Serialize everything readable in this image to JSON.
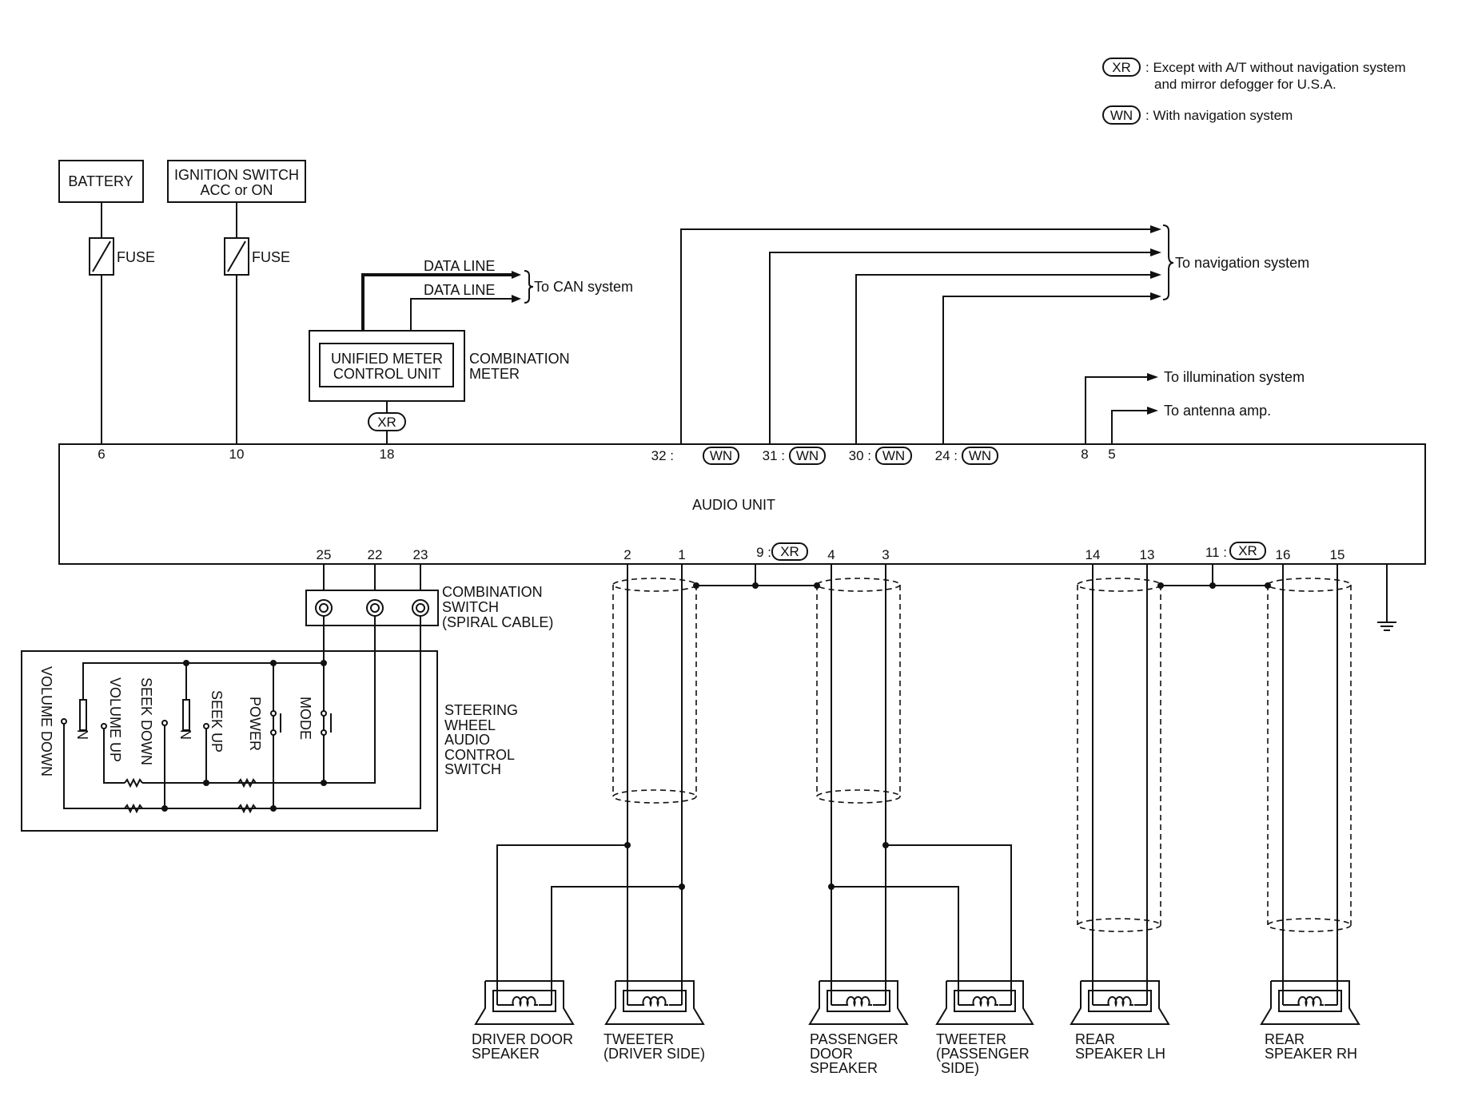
{
  "legend": [
    {
      "code": "XR",
      "text_line1": ": Except with A/T without navigation system",
      "text_line2": "and mirror defogger for U.S.A."
    },
    {
      "code": "WN",
      "text_line1": ": With navigation system",
      "text_line2": ""
    }
  ],
  "power": {
    "battery": "BATTERY",
    "ignition_line1": "IGNITION SWITCH",
    "ignition_line2": "ACC or ON",
    "fuse": "FUSE"
  },
  "can": {
    "data_line": "DATA LINE",
    "target": "To CAN system",
    "meter_unit_line1": "UNIFIED METER",
    "meter_unit_line2": "CONTROL UNIT",
    "meter_line1": "COMBINATION",
    "meter_line2": "METER",
    "meter_code": "XR"
  },
  "audio_unit": {
    "label": "AUDIO UNIT",
    "top_pins": {
      "p6": "6",
      "p10": "10",
      "p18": "18",
      "p32": "32 :",
      "p31": "31 :",
      "p30": "30 :",
      "p24": "24 :",
      "p8": "8",
      "p5": "5",
      "wn": "WN"
    },
    "bottom_pins": {
      "p25": "25",
      "p22": "22",
      "p23": "23",
      "p2": "2",
      "p1": "1",
      "p9": "9 :",
      "p4": "4",
      "p3": "3",
      "p14": "14",
      "p13": "13",
      "p11": "11 :",
      "p16": "16",
      "p15": "15",
      "xr": "XR"
    }
  },
  "targets": {
    "navigation": "To navigation system",
    "illumination": "To illumination system",
    "antenna": "To antenna amp."
  },
  "combination_switch": {
    "line1": "COMBINATION",
    "line2": "SWITCH",
    "line3": "(SPIRAL CABLE)"
  },
  "steering_switch": {
    "line1": "STEERING",
    "line2": "WHEEL",
    "line3": "AUDIO",
    "line4": "CONTROL",
    "line5": "SWITCH",
    "volume_down": "VOLUME DOWN",
    "volume_up": "VOLUME UP",
    "seek_down": "SEEK DOWN",
    "seek_up": "SEEK UP",
    "power": "POWER",
    "mode": "MODE",
    "neutral": "N"
  },
  "speakers": {
    "driver_door_1": "DRIVER DOOR",
    "driver_door_2": "SPEAKER",
    "tweeter_driver_1": "TWEETER",
    "tweeter_driver_2": "(DRIVER SIDE)",
    "passenger_door_1": "PASSENGER",
    "passenger_door_2": "DOOR",
    "passenger_door_3": "SPEAKER",
    "tweeter_pass_1": "TWEETER",
    "tweeter_pass_2": "(PASSENGER",
    "tweeter_pass_3": "SIDE)",
    "rear_lh_1": "REAR",
    "rear_lh_2": "SPEAKER LH",
    "rear_rh_1": "REAR",
    "rear_rh_2": "SPEAKER RH"
  }
}
